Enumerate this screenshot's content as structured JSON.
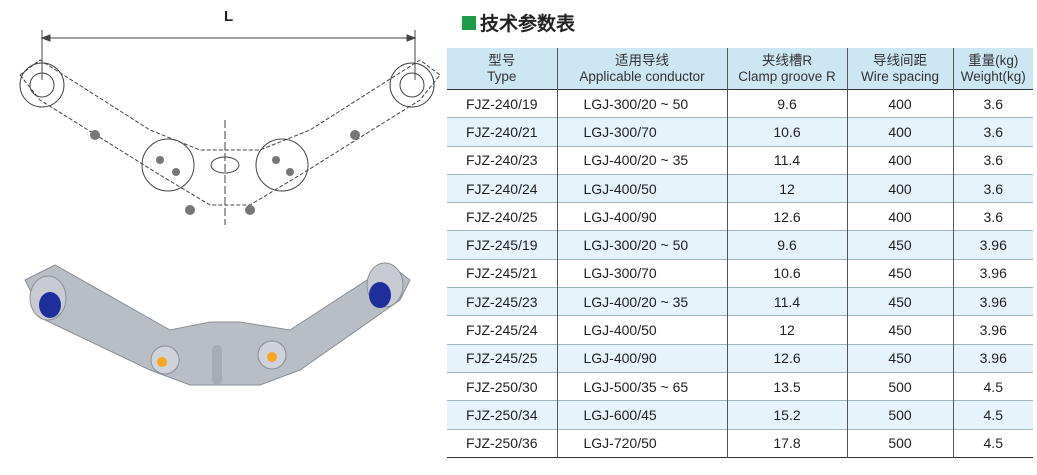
{
  "drawing": {
    "dimension_label": "L"
  },
  "section_title": "技术参数表",
  "colors": {
    "title_marker": "#1f9a47",
    "header_bg": "#cde6f3",
    "stripe_bg": "#e6f3fa",
    "insert_blue": "#1e2f9c",
    "insert_orange": "#f5a623"
  },
  "table": {
    "headers": [
      {
        "cn": "型号",
        "en": "Type"
      },
      {
        "cn": "适用导线",
        "en": "Applicable conductor"
      },
      {
        "cn": "夹线槽R",
        "en": "Clamp groove R"
      },
      {
        "cn": "导线间距",
        "en": "Wire spacing"
      },
      {
        "cn": "重量(kg)",
        "en": "Weight(kg)"
      }
    ],
    "rows": [
      [
        "FJZ-240/19",
        "LGJ-300/20 ~ 50",
        "9.6",
        "400",
        "3.6"
      ],
      [
        "FJZ-240/21",
        "LGJ-300/70",
        "10.6",
        "400",
        "3.6"
      ],
      [
        "FJZ-240/23",
        "LGJ-400/20 ~ 35",
        "11.4",
        "400",
        "3.6"
      ],
      [
        "FJZ-240/24",
        "LGJ-400/50",
        "12",
        "400",
        "3.6"
      ],
      [
        "FJZ-240/25",
        "LGJ-400/90",
        "12.6",
        "400",
        "3.6"
      ],
      [
        "FJZ-245/19",
        "LGJ-300/20 ~ 50",
        "9.6",
        "450",
        "3.96"
      ],
      [
        "FJZ-245/21",
        "LGJ-300/70",
        "10.6",
        "450",
        "3.96"
      ],
      [
        "FJZ-245/23",
        "LGJ-400/20 ~ 35",
        "11.4",
        "450",
        "3.96"
      ],
      [
        "FJZ-245/24",
        "LGJ-400/50",
        "12",
        "450",
        "3.96"
      ],
      [
        "FJZ-245/25",
        "LGJ-400/90",
        "12.6",
        "450",
        "3.96"
      ],
      [
        "FJZ-250/30",
        "LGJ-500/35 ~ 65",
        "13.5",
        "500",
        "4.5"
      ],
      [
        "FJZ-250/34",
        "LGJ-600/45",
        "15.2",
        "500",
        "4.5"
      ],
      [
        "FJZ-250/36",
        "LGJ-720/50",
        "17.8",
        "500",
        "4.5"
      ]
    ]
  }
}
